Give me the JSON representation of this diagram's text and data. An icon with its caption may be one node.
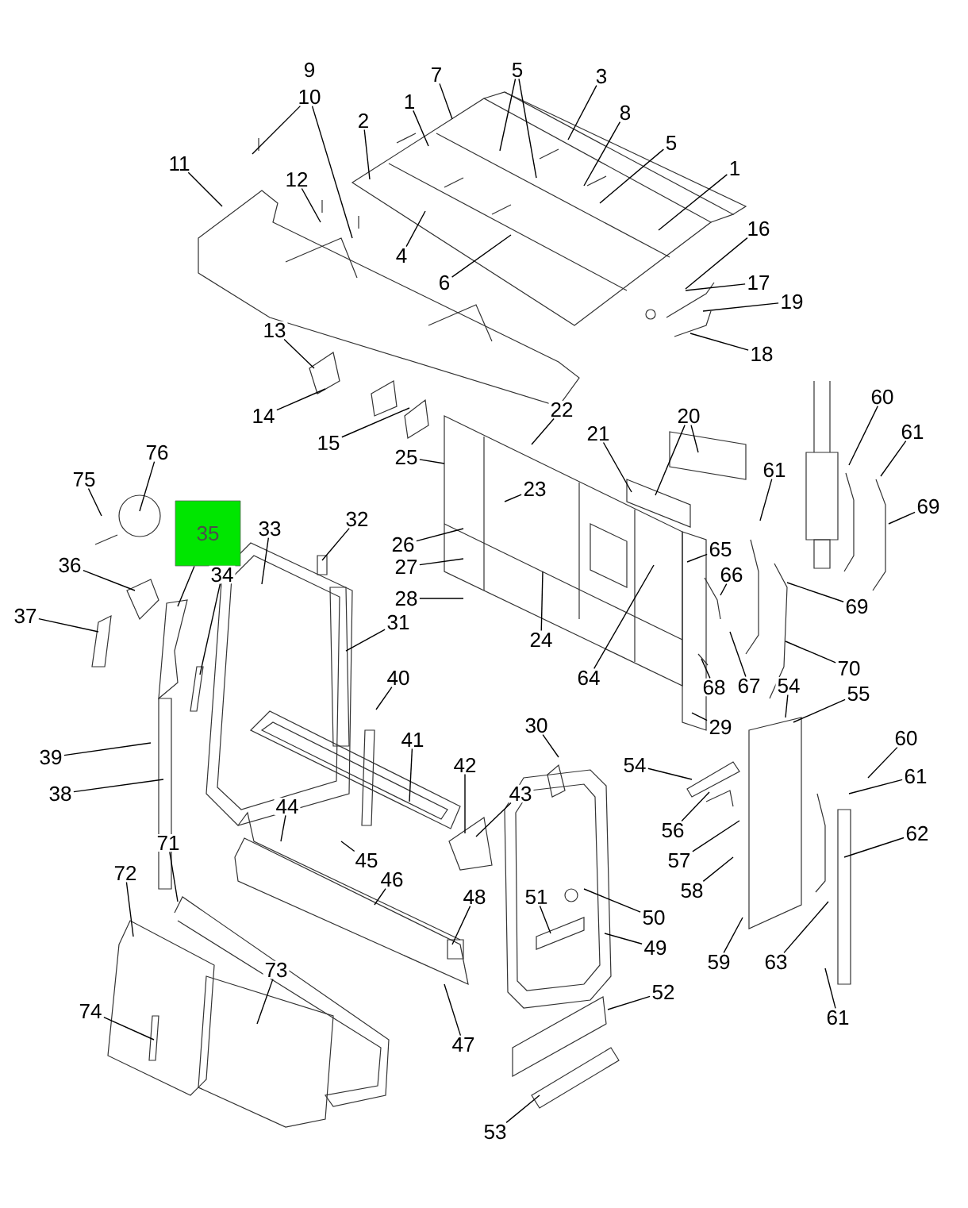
{
  "diagram": {
    "nodes": [
      {
        "text": [
          "9"
        ]
      },
      {
        "text": [
          "10"
        ]
      },
      {
        "text": [
          "7"
        ]
      },
      {
        "text": [
          "5"
        ]
      },
      {
        "text": [
          "3"
        ]
      },
      {
        "text": [
          "1"
        ]
      },
      {
        "text": [
          "8"
        ]
      },
      {
        "text": [
          "2"
        ]
      },
      {
        "text": [
          "5"
        ]
      },
      {
        "text": [
          "11"
        ]
      },
      {
        "text": [
          "1"
        ]
      },
      {
        "text": [
          "12"
        ]
      },
      {
        "text": [
          "16"
        ]
      },
      {
        "text": [
          "4"
        ]
      },
      {
        "text": [
          "6"
        ]
      },
      {
        "text": [
          "17"
        ]
      },
      {
        "text": [
          "19"
        ]
      },
      {
        "text": [
          "13"
        ]
      },
      {
        "text": [
          "18"
        ]
      },
      {
        "text": [
          "60"
        ]
      },
      {
        "text": [
          "22"
        ]
      },
      {
        "text": [
          "20"
        ]
      },
      {
        "text": [
          "14"
        ]
      },
      {
        "text": [
          "61"
        ]
      },
      {
        "text": [
          "21"
        ]
      },
      {
        "text": [
          "15"
        ]
      },
      {
        "text": [
          "76"
        ]
      },
      {
        "text": [
          "25"
        ]
      },
      {
        "text": [
          "61"
        ]
      },
      {
        "text": [
          "75"
        ]
      },
      {
        "text": [
          "23"
        ]
      },
      {
        "text": [
          "35"
        ]
      },
      {
        "text": [
          "69"
        ]
      },
      {
        "text": [
          "32"
        ]
      },
      {
        "text": [
          "33"
        ]
      },
      {
        "text": [
          "26"
        ]
      },
      {
        "text": [
          "65"
        ]
      },
      {
        "text": [
          "36"
        ]
      },
      {
        "text": [
          "34"
        ]
      },
      {
        "text": [
          "27"
        ]
      },
      {
        "text": [
          "66"
        ]
      },
      {
        "text": [
          "28"
        ]
      },
      {
        "text": [
          "69"
        ]
      },
      {
        "text": [
          "37"
        ]
      },
      {
        "text": [
          "31"
        ]
      },
      {
        "text": [
          "24"
        ]
      },
      {
        "text": [
          "70"
        ]
      },
      {
        "text": [
          "40"
        ]
      },
      {
        "text": [
          "64"
        ]
      },
      {
        "text": [
          "67"
        ]
      },
      {
        "text": [
          "68"
        ]
      },
      {
        "text": [
          "54"
        ]
      },
      {
        "text": [
          "55"
        ]
      },
      {
        "text": [
          "30"
        ]
      },
      {
        "text": [
          "29"
        ]
      },
      {
        "text": [
          "60"
        ]
      },
      {
        "text": [
          "41"
        ]
      },
      {
        "text": [
          "39"
        ]
      },
      {
        "text": [
          "42"
        ]
      },
      {
        "text": [
          "54"
        ]
      },
      {
        "text": [
          "61"
        ]
      },
      {
        "text": [
          "38"
        ]
      },
      {
        "text": [
          "43"
        ]
      },
      {
        "text": [
          "44"
        ]
      },
      {
        "text": [
          "56"
        ]
      },
      {
        "text": [
          "62"
        ]
      },
      {
        "text": [
          "71"
        ]
      },
      {
        "text": [
          "45"
        ]
      },
      {
        "text": [
          "57"
        ]
      },
      {
        "text": [
          "72"
        ]
      },
      {
        "text": [
          "46"
        ]
      },
      {
        "text": [
          "58"
        ]
      },
      {
        "text": [
          "48"
        ]
      },
      {
        "text": [
          "51"
        ]
      },
      {
        "text": [
          "50"
        ]
      },
      {
        "text": [
          "49"
        ]
      },
      {
        "text": [
          "59"
        ]
      },
      {
        "text": [
          "63"
        ]
      },
      {
        "text": [
          "73"
        ]
      },
      {
        "text": [
          "52"
        ]
      },
      {
        "text": [
          "74"
        ]
      },
      {
        "text": [
          "61"
        ]
      },
      {
        "text": [
          "47"
        ]
      },
      {
        "text": [
          "53"
        ]
      }
    ],
    "edges": [
      {
        "from": 1,
        "to": null,
        "arrow": "none"
      },
      {
        "from": 1,
        "to": null,
        "arrow": "none"
      },
      {
        "from": 2,
        "to": null,
        "arrow": "none"
      },
      {
        "from": 3,
        "to": null,
        "arrow": "none"
      },
      {
        "from": 3,
        "to": null,
        "arrow": "none"
      },
      {
        "from": 4,
        "to": null,
        "arrow": "none"
      },
      {
        "from": 5,
        "to": null,
        "arrow": "none"
      },
      {
        "from": 6,
        "to": null,
        "arrow": "none"
      },
      {
        "from": 7,
        "to": null,
        "arrow": "none"
      },
      {
        "from": 8,
        "to": null,
        "arrow": "none"
      },
      {
        "from": 9,
        "to": null,
        "arrow": "none"
      },
      {
        "from": 10,
        "to": null,
        "arrow": "none"
      },
      {
        "from": 11,
        "to": null,
        "arrow": "none"
      },
      {
        "from": 12,
        "to": null,
        "arrow": "none"
      },
      {
        "from": 13,
        "to": null,
        "arrow": "none"
      },
      {
        "from": 14,
        "to": null,
        "arrow": "none"
      },
      {
        "from": 15,
        "to": null,
        "arrow": "none"
      },
      {
        "from": 16,
        "to": null,
        "arrow": "none"
      },
      {
        "from": 17,
        "to": null,
        "arrow": "none"
      },
      {
        "from": 18,
        "to": null,
        "arrow": "none"
      },
      {
        "from": 19,
        "to": null,
        "arrow": "none"
      },
      {
        "from": 20,
        "to": null,
        "arrow": "none"
      },
      {
        "from": 21,
        "to": null,
        "arrow": "none"
      },
      {
        "from": 21,
        "to": null,
        "arrow": "none"
      },
      {
        "from": 22,
        "to": null,
        "arrow": "none"
      },
      {
        "from": 23,
        "to": null,
        "arrow": "none"
      },
      {
        "from": 24,
        "to": null,
        "arrow": "none"
      },
      {
        "from": 25,
        "to": null,
        "arrow": "none"
      },
      {
        "from": 26,
        "to": null,
        "arrow": "none"
      },
      {
        "from": 27,
        "to": null,
        "arrow": "none"
      },
      {
        "from": 28,
        "to": null,
        "arrow": "none"
      },
      {
        "from": 29,
        "to": null,
        "arrow": "none"
      },
      {
        "from": 30,
        "to": null,
        "arrow": "none"
      },
      {
        "from": 31,
        "to": null,
        "arrow": "none"
      },
      {
        "from": 32,
        "to": null,
        "arrow": "none"
      },
      {
        "from": 33,
        "to": null,
        "arrow": "none"
      },
      {
        "from": 34,
        "to": null,
        "arrow": "none"
      },
      {
        "from": 35,
        "to": null,
        "arrow": "none"
      },
      {
        "from": 36,
        "to": null,
        "arrow": "none"
      },
      {
        "from": 37,
        "to": null,
        "arrow": "none"
      },
      {
        "from": 38,
        "to": null,
        "arrow": "none"
      },
      {
        "from": 39,
        "to": null,
        "arrow": "none"
      },
      {
        "from": 40,
        "to": null,
        "arrow": "none"
      },
      {
        "from": 41,
        "to": null,
        "arrow": "none"
      },
      {
        "from": 42,
        "to": null,
        "arrow": "none"
      },
      {
        "from": 43,
        "to": null,
        "arrow": "none"
      },
      {
        "from": 44,
        "to": null,
        "arrow": "none"
      },
      {
        "from": 45,
        "to": null,
        "arrow": "none"
      },
      {
        "from": 46,
        "to": null,
        "arrow": "none"
      },
      {
        "from": 47,
        "to": null,
        "arrow": "none"
      },
      {
        "from": 48,
        "to": null,
        "arrow": "none"
      },
      {
        "from": 49,
        "to": null,
        "arrow": "none"
      },
      {
        "from": 50,
        "to": null,
        "arrow": "none"
      },
      {
        "from": 51,
        "to": null,
        "arrow": "none"
      },
      {
        "from": 52,
        "to": null,
        "arrow": "none"
      },
      {
        "from": 53,
        "to": null,
        "arrow": "none"
      },
      {
        "from": 54,
        "to": null,
        "arrow": "none"
      },
      {
        "from": 55,
        "to": null,
        "arrow": "none"
      },
      {
        "from": 56,
        "to": null,
        "arrow": "none"
      },
      {
        "from": 57,
        "to": null,
        "arrow": "none"
      },
      {
        "from": 58,
        "to": null,
        "arrow": "none"
      },
      {
        "from": 59,
        "to": null,
        "arrow": "none"
      },
      {
        "from": 60,
        "to": null,
        "arrow": "none"
      },
      {
        "from": 61,
        "to": null,
        "arrow": "none"
      },
      {
        "from": 62,
        "to": null,
        "arrow": "none"
      },
      {
        "from": 63,
        "to": null,
        "arrow": "none"
      },
      {
        "from": 64,
        "to": null,
        "arrow": "none"
      },
      {
        "from": 65,
        "to": null,
        "arrow": "none"
      },
      {
        "from": 66,
        "to": null,
        "arrow": "none"
      },
      {
        "from": 67,
        "to": null,
        "arrow": "none"
      },
      {
        "from": 68,
        "to": null,
        "arrow": "none"
      },
      {
        "from": 69,
        "to": null,
        "arrow": "none"
      },
      {
        "from": 70,
        "to": null,
        "arrow": "none"
      },
      {
        "from": 71,
        "to": null,
        "arrow": "none"
      },
      {
        "from": 72,
        "to": null,
        "arrow": "none"
      },
      {
        "from": 73,
        "to": null,
        "arrow": "none"
      },
      {
        "from": 74,
        "to": null,
        "arrow": "none"
      },
      {
        "from": 75,
        "to": null,
        "arrow": "none"
      },
      {
        "from": 76,
        "to": null,
        "arrow": "none"
      },
      {
        "from": 77,
        "to": null,
        "arrow": "none"
      },
      {
        "from": 78,
        "to": null,
        "arrow": "none"
      },
      {
        "from": 79,
        "to": null,
        "arrow": "none"
      },
      {
        "from": 80,
        "to": null,
        "arrow": "none"
      },
      {
        "from": 81,
        "to": null,
        "arrow": "none"
      },
      {
        "from": 82,
        "to": null,
        "arrow": "none"
      },
      {
        "from": 83,
        "to": null,
        "arrow": "none"
      }
    ]
  }
}
